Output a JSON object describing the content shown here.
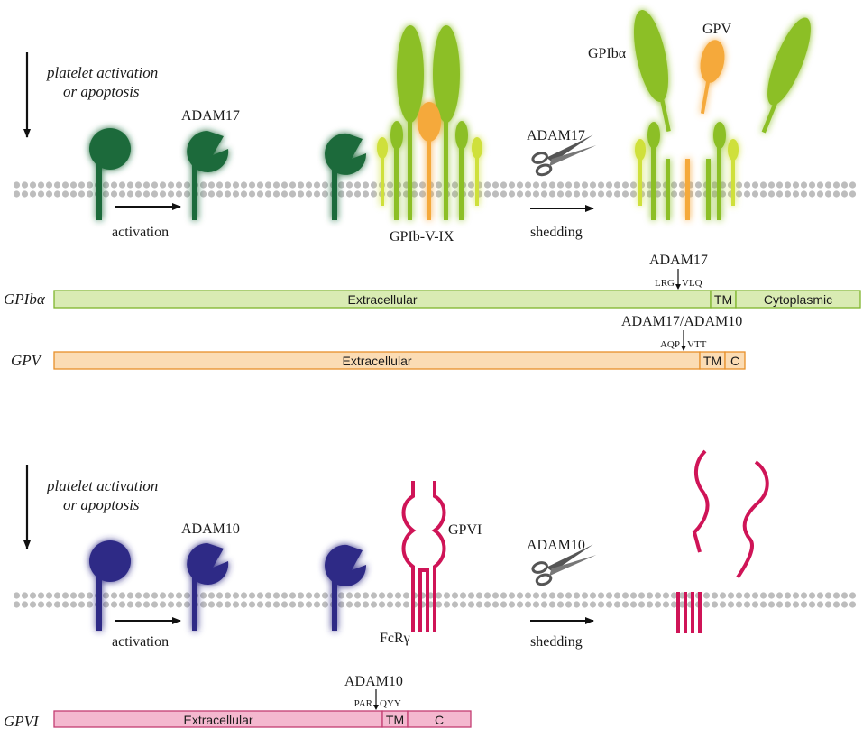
{
  "panel_a": {
    "trigger_line1": "platelet activation",
    "trigger_line2": "or apoptosis",
    "enzyme": "ADAM17",
    "activation_label": "activation",
    "complex_label": "GPIb-V-IX",
    "shedding_enzyme": "ADAM17",
    "shedding_label": "shedding",
    "fragment_label_1": "GPIbα",
    "fragment_label_2": "GPV",
    "gpiba_bar": {
      "name": "GPIbα",
      "cleavage_enzyme": "ADAM17",
      "seq_left": "LRG",
      "seq_right": "VLQ",
      "domains": [
        "Extracellular",
        "TM",
        "Cytoplasmic"
      ]
    },
    "gpv_bar": {
      "name": "GPV",
      "cleavage_enzyme": "ADAM17/ADAM10",
      "seq_left": "AQP",
      "seq_right": "VTT",
      "domains": [
        "Extracellular",
        "TM",
        "C"
      ]
    }
  },
  "panel_b": {
    "trigger_line1": "platelet activation",
    "trigger_line2": "or apoptosis",
    "enzyme": "ADAM10",
    "activation_label": "activation",
    "receptor_label": "GPVI",
    "coreceptor_label": "FcRγ",
    "shedding_enzyme": "ADAM10",
    "shedding_label": "shedding",
    "gpvi_bar": {
      "name": "GPVI",
      "cleavage_enzyme": "ADAM10",
      "seq_left": "PAR",
      "seq_right": "QYY",
      "domains": [
        "Extracellular",
        "TM",
        "C"
      ]
    }
  },
  "colors": {
    "adam17": "#1e6b3a",
    "adam10": "#2e2a86",
    "gpib_green": "#8cbf26",
    "gpix_yellow": "#cfe03a",
    "gpv_orange": "#f5a93b",
    "gpvi_pink": "#cf1457",
    "membrane": "#bdbdbd",
    "gpiba_fill": "#d9ebb3",
    "gpiba_stroke": "#7fb52c",
    "gpv_fill": "#fbdcb4",
    "gpv_stroke": "#e8902a",
    "gpvi_fill": "#f4b8cf",
    "gpvi_stroke": "#c43d72"
  }
}
